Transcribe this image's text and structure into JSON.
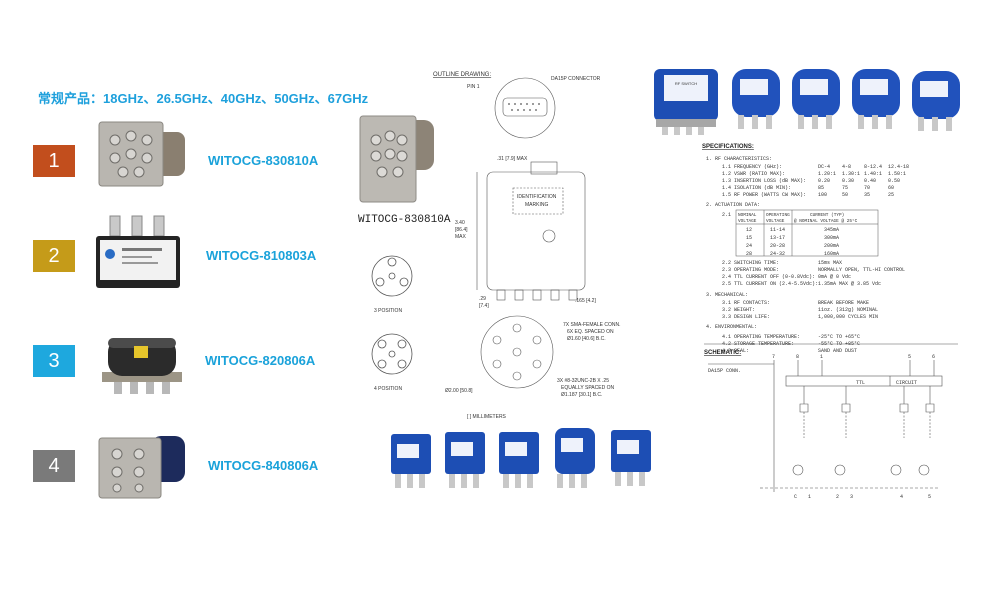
{
  "headline": "常规产品：18GHz、26.5GHz、40GHz、50GHz、67GHz",
  "products": [
    {
      "num": "1",
      "model": "WITOCG-830810A",
      "color": "#c24e1d"
    },
    {
      "num": "2",
      "model": "WITOCG-810803A",
      "color": "#c59b19"
    },
    {
      "num": "3",
      "model": "WITOCG-820806A",
      "color": "#1ea8de"
    },
    {
      "num": "4",
      "model": "WITOCG-840806A",
      "color": "#7a7a7a"
    }
  ],
  "drawing_model_label": "WITOCG-830810A",
  "outline": {
    "title": "OUTLINE DRAWING:",
    "pin1": "PIN 1",
    "connector": "DA15P CONNECTOR",
    "dim_top": ".31 [7.9] MAX",
    "dim_height": "3.40",
    "dim_height_mm": "[86.4]",
    "dim_height_max": "MAX",
    "ident": "IDENTIFICATION",
    "marking": "MARKING",
    "dim_29": ".29",
    "dim_29_mm": "[7.4]",
    "dim_165": ".165 [4.2]",
    "sma_1": "7X SMA-FEMALE CONN.",
    "sma_2": "6X EQ. SPACED ON",
    "sma_3": "Ø1.60 [40.6] B.C.",
    "screw_1": "3X #8-32UNC-2B X .25",
    "screw_2": "EQUALLY SPACED ON",
    "screw_3": "Ø1.187 [30.1] B.C.",
    "dim_200": "Ø2.00 [50.8]",
    "pos3": "3 POSITION",
    "pos4": "4 POSITION",
    "mm_note": "[ ] MILLIMETERS"
  },
  "specs": {
    "title": "SPECIFICATIONS:",
    "s1": "1.  RF CHARACTERISTICS:",
    "rf_rows": [
      [
        "1.1",
        "FREQUENCY (GHz):",
        "DC-4",
        "4-8",
        "8-12.4",
        "12.4-18"
      ],
      [
        "1.2",
        "VSWR (RATIO MAX):",
        "1.20:1",
        "1.30:1",
        "1.40:1",
        "1.50:1"
      ],
      [
        "1.3",
        "INSERTION LOSS (dB MAX):",
        "0.20",
        "0.30",
        "0.40",
        "0.50"
      ],
      [
        "1.4",
        "ISOLATION (dB MIN):",
        "85",
        "75",
        "70",
        "60"
      ],
      [
        "1.5",
        "RF POWER (WATTS CW MAX):",
        "100",
        "50",
        "35",
        "25"
      ]
    ],
    "s2": "2.  ACTUATION DATA:",
    "act_idx": "2.1",
    "act_head": [
      "NOMINAL",
      "OPERATING",
      "CURRENT (TYP)"
    ],
    "act_head2": [
      "VOLTAGE",
      "VOLTAGE",
      "@ NOMINAL VOLTAGE @ 25°C"
    ],
    "act_rows": [
      [
        "12",
        "11-14",
        "345mA"
      ],
      [
        "15",
        "13-17",
        "300mA"
      ],
      [
        "24",
        "20-28",
        "200mA"
      ],
      [
        "28",
        "24-32",
        "160mA"
      ]
    ],
    "act_more": [
      [
        "2.2",
        "SWITCHING TIME:",
        "15ms MAX"
      ],
      [
        "2.3",
        "OPERATING MODE:",
        "NORMALLY OPEN, TTL-HI CONTROL"
      ],
      [
        "2.4",
        "TTL CURRENT OFF (0-0.8Vdc):",
        "0mA @ 0 Vdc"
      ],
      [
        "2.5",
        "TTL CURRENT ON (2.4-5.5Vdc):",
        "1.35mA MAX @ 3.85 Vdc"
      ]
    ],
    "s3": "3.  MECHANICAL:",
    "mech": [
      [
        "3.1",
        "RF CONTACTS:",
        "BREAK BEFORE MAKE"
      ],
      [
        "3.2",
        "WEIGHT:",
        "11oz. (312g) NOMINAL"
      ],
      [
        "3.3",
        "DESIGN LIFE:",
        "1,000,000 CYCLES MIN"
      ]
    ],
    "s4": "4.  ENVIRONMENTAL:",
    "env": [
      [
        "4.1",
        "OPERATING TEMPERATURE:",
        "-25°C TO +65°C"
      ],
      [
        "4.2",
        "STORAGE TEMPERATURE:",
        "-55°C TO +85°C"
      ],
      [
        "4.3",
        "SEAL:",
        "SAND AND DUST"
      ]
    ]
  },
  "schematic": {
    "title": "SCHEMATIC:",
    "conn": "DA15P CONN.",
    "pins": [
      "7",
      "8",
      "1",
      "5",
      "6"
    ],
    "ttl": "TTL",
    "circuit": "CIRCUIT",
    "labels_bottom": [
      "C",
      "1",
      "2",
      "3",
      "4",
      "5"
    ]
  },
  "rf_label": "RF SWITCH",
  "colors": {
    "blue": "#1d4eb4",
    "accent": "#1ea0dc"
  }
}
